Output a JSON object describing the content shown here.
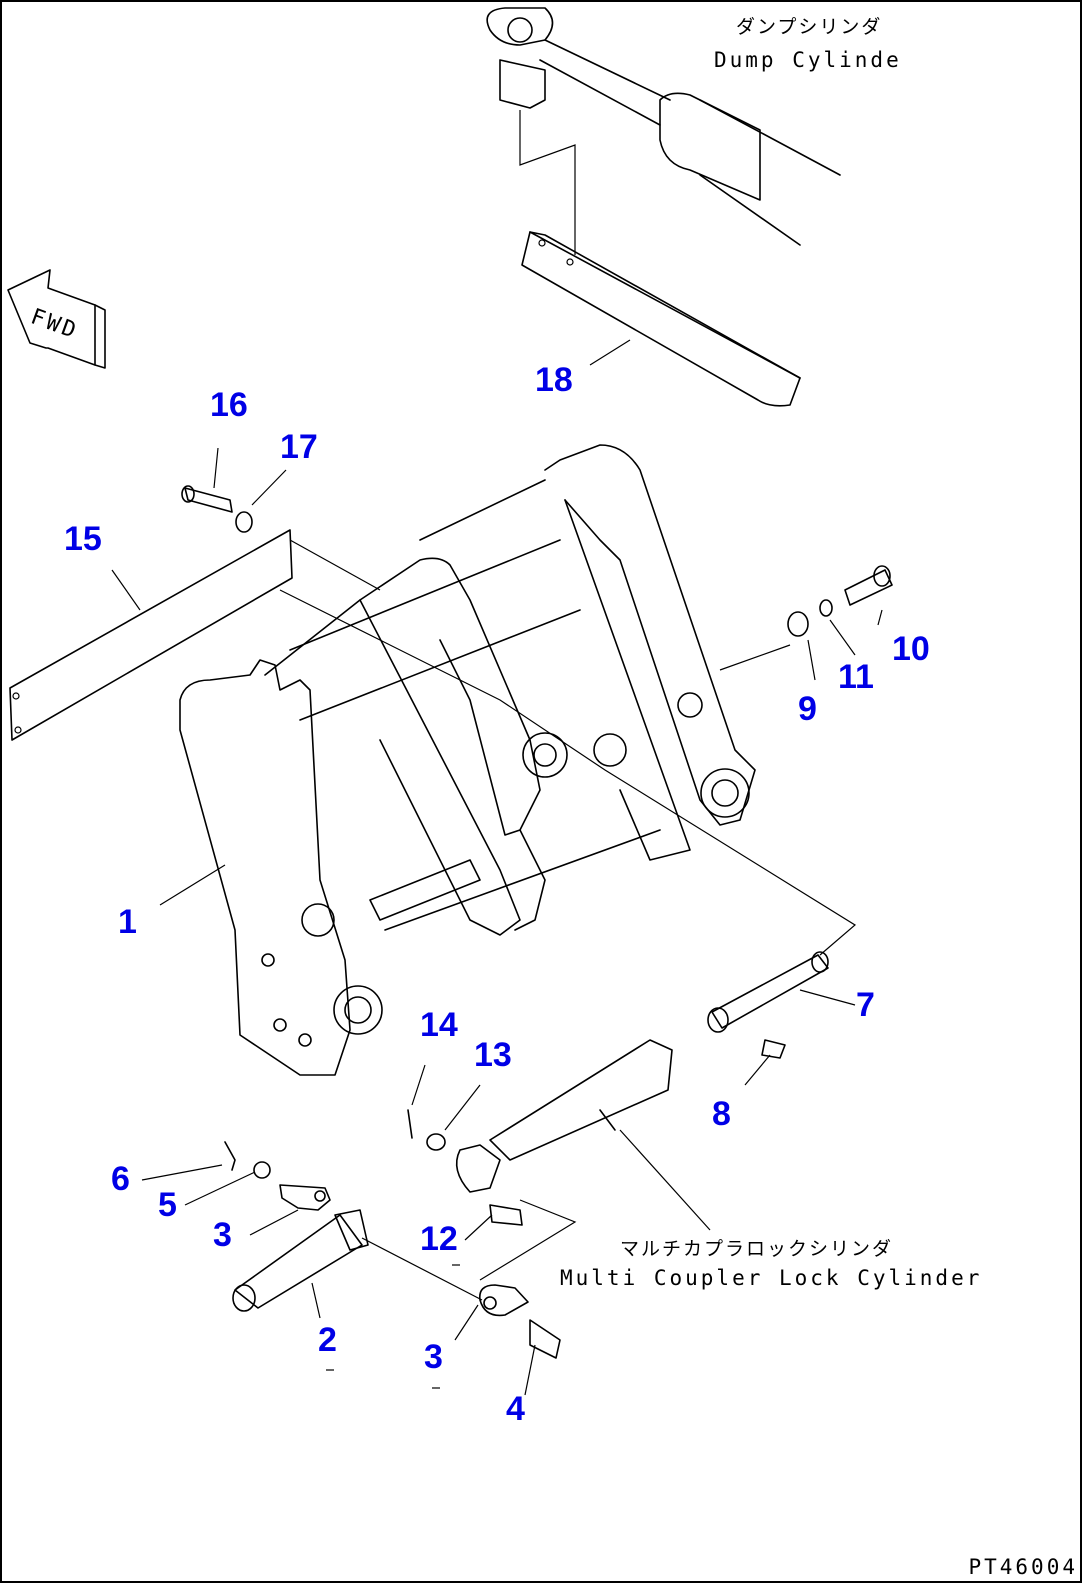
{
  "dump_cylinder": {
    "label_jp": "ダンプシリンダ",
    "label_en": "Dump Cylinde"
  },
  "lock_cylinder": {
    "label_jp": "マルチカプラロックシリンダ",
    "label_en": "Multi Coupler Lock Cylinder"
  },
  "fwd_marker": "FWD",
  "drawing_id": "PT46004",
  "callouts": {
    "c1": "1",
    "c2": "2",
    "c3a": "3",
    "c3b": "3",
    "c4": "4",
    "c5": "5",
    "c6": "6",
    "c7": "7",
    "c8": "8",
    "c9": "9",
    "c10": "10",
    "c11": "11",
    "c12": "12",
    "c13": "13",
    "c14": "14",
    "c15": "15",
    "c16": "16",
    "c17": "17",
    "c18": "18"
  },
  "colors": {
    "callout": "#0000e6",
    "line": "#000000",
    "background": "#ffffff"
  }
}
